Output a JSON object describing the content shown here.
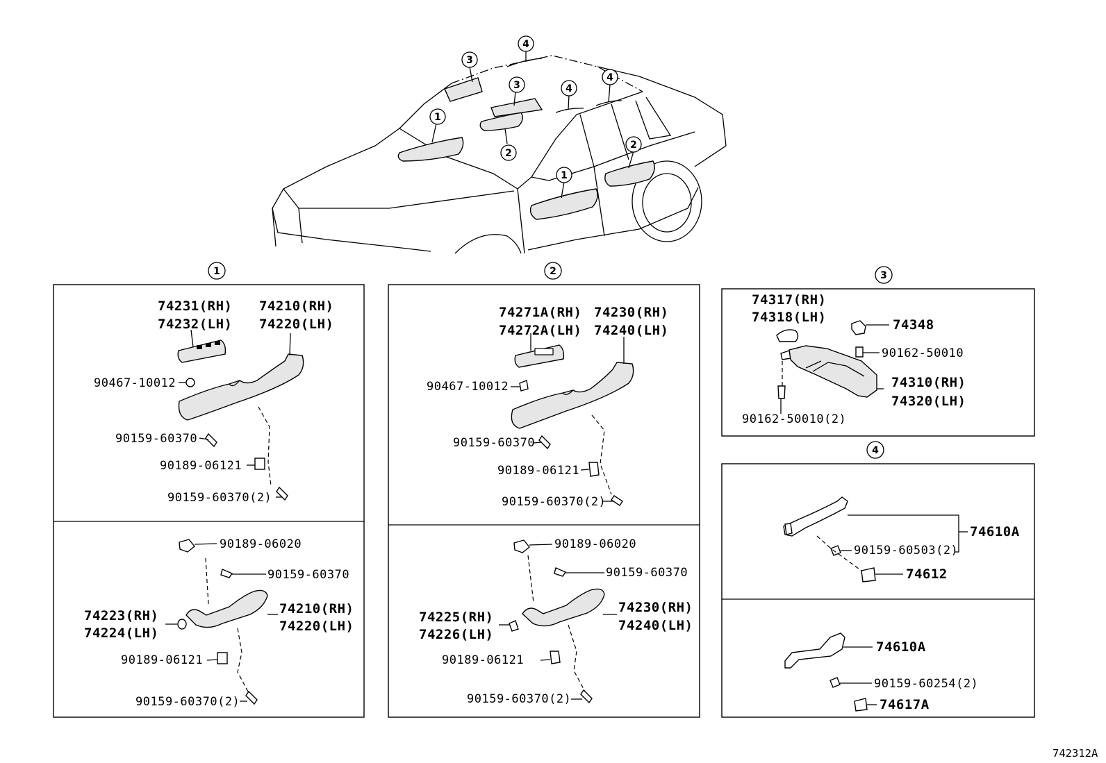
{
  "diagram_code": "742312A",
  "car_callouts": [
    "1",
    "1",
    "2",
    "2",
    "3",
    "3",
    "4",
    "4",
    "4"
  ],
  "sections": {
    "s1": {
      "number": "1",
      "front": {
        "switch_rh": "74231(RH)",
        "switch_lh": "74232(LH)",
        "arm_rh": "74210(RH)",
        "arm_lh": "74220(LH)",
        "clip": "90467-10012",
        "screw_a": "90159-60370",
        "nut": "90189-06121",
        "screw_b": "90159-60370(2)"
      },
      "rear": {
        "nut_top": "90189-06020",
        "screw_top": "90159-60370",
        "cap_rh": "74223(RH)",
        "cap_lh": "74224(LH)",
        "arm_rh": "74210(RH)",
        "arm_lh": "74220(LH)",
        "nut": "90189-06121",
        "screw_b": "90159-60370(2)"
      }
    },
    "s2": {
      "number": "2",
      "front": {
        "switch_rh": "74271A(RH)",
        "switch_lh": "74272A(LH)",
        "arm_rh": "74230(RH)",
        "arm_lh": "74240(LH)",
        "clip": "90467-10012",
        "screw_a": "90159-60370",
        "nut": "90189-06121",
        "screw_b": "90159-60370(2)"
      },
      "rear": {
        "nut_top": "90189-06020",
        "screw_top": "90159-60370",
        "cap_rh": "74225(RH)",
        "cap_lh": "74226(LH)",
        "arm_rh": "74230(RH)",
        "arm_lh": "74240(LH)",
        "nut": "90189-06121",
        "screw_b": "90159-60370(2)"
      }
    },
    "s3": {
      "number": "3",
      "holder_rh": "74317(RH)",
      "holder_lh": "74318(LH)",
      "clip": "74348",
      "screw_a": "90162-50010",
      "visor_rh": "74310(RH)",
      "visor_lh": "74320(LH)",
      "screw_b": "90162-50010(2)"
    },
    "s4": {
      "number": "4",
      "top": {
        "assy": "74610A",
        "screw": "90159-60503(2)",
        "cover": "74612"
      },
      "bottom": {
        "assy": "74610A",
        "screw": "90159-60254(2)",
        "cover": "74617A"
      }
    }
  }
}
